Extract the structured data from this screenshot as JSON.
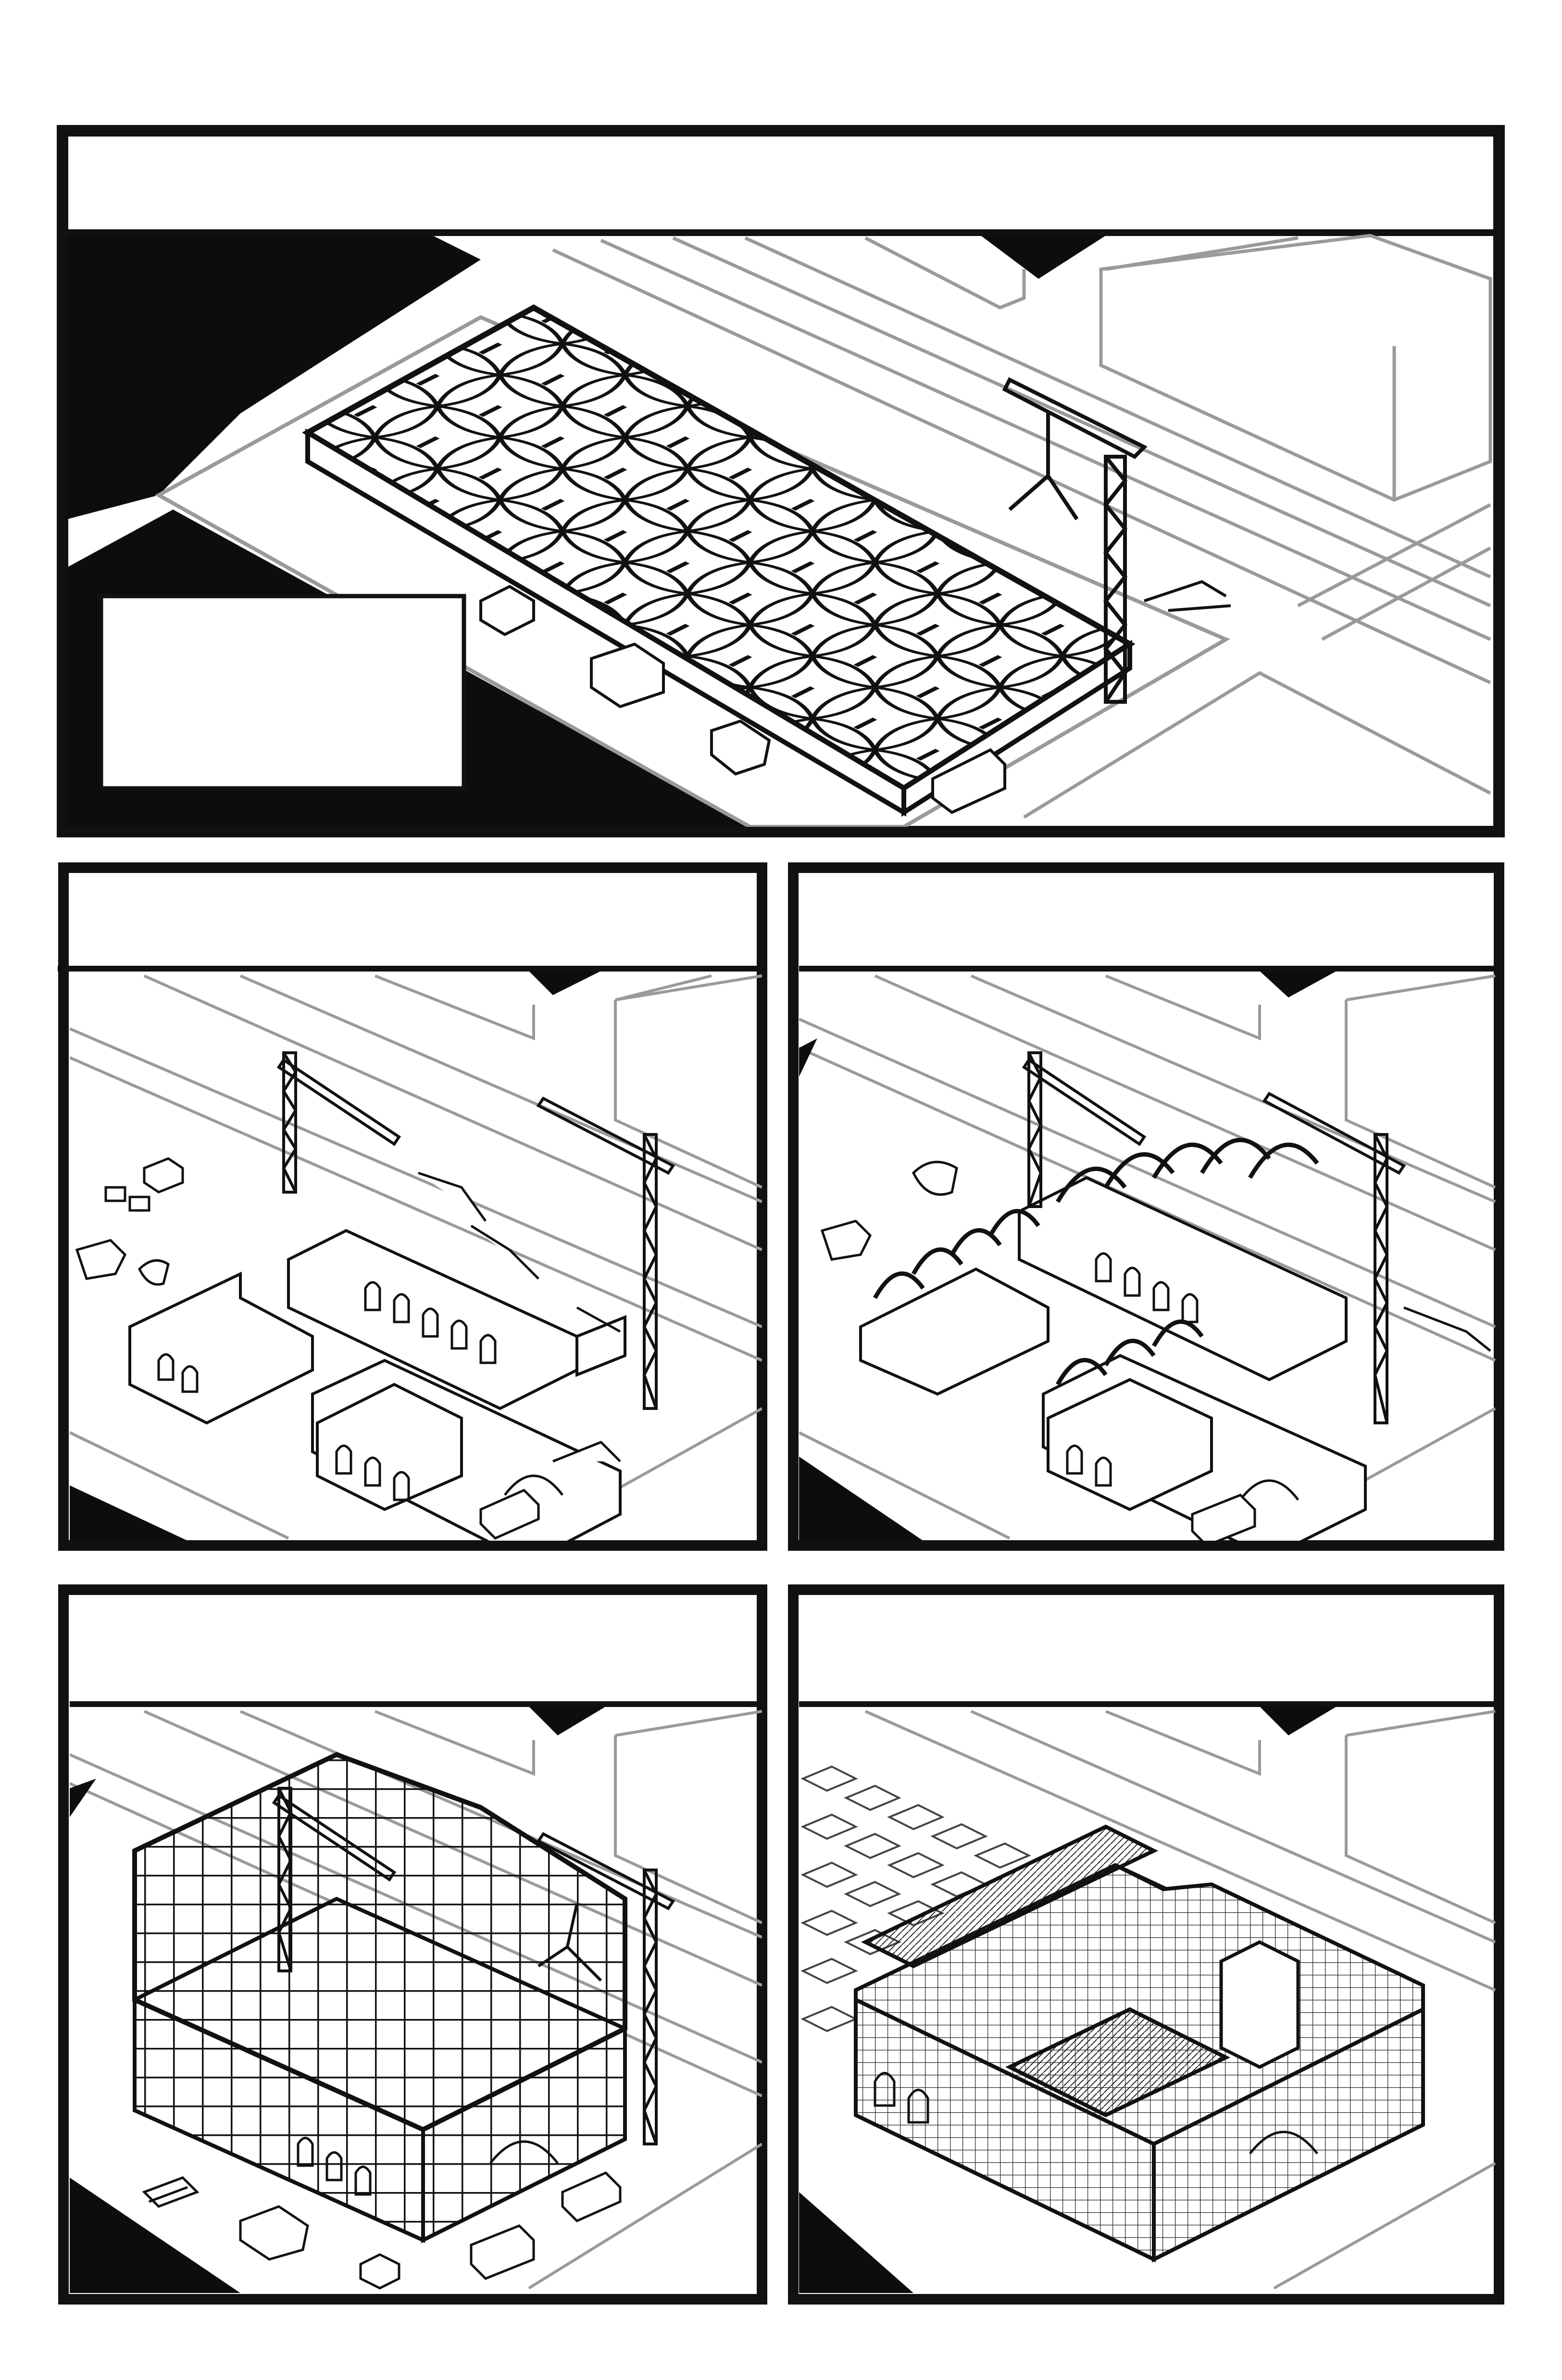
{
  "page": {
    "title": "",
    "page_number": ""
  },
  "panels": [
    {
      "id": "panel-1",
      "caption": "",
      "narration": "",
      "scene": "completed-gridshell-roof-with-crane"
    },
    {
      "id": "panel-2",
      "caption": "",
      "scene": "ruined-walls-with-cranes"
    },
    {
      "id": "panel-3",
      "caption": "",
      "scene": "arch-frames-being-erected"
    },
    {
      "id": "panel-4",
      "caption": "",
      "scene": "scaffold-grid-structure"
    },
    {
      "id": "panel-5",
      "caption": "",
      "scene": "finished-complex-with-glass-roof"
    }
  ],
  "colors": {
    "ink": "#111111",
    "paper": "#ffffff",
    "context_line": "#9a9a9a"
  }
}
